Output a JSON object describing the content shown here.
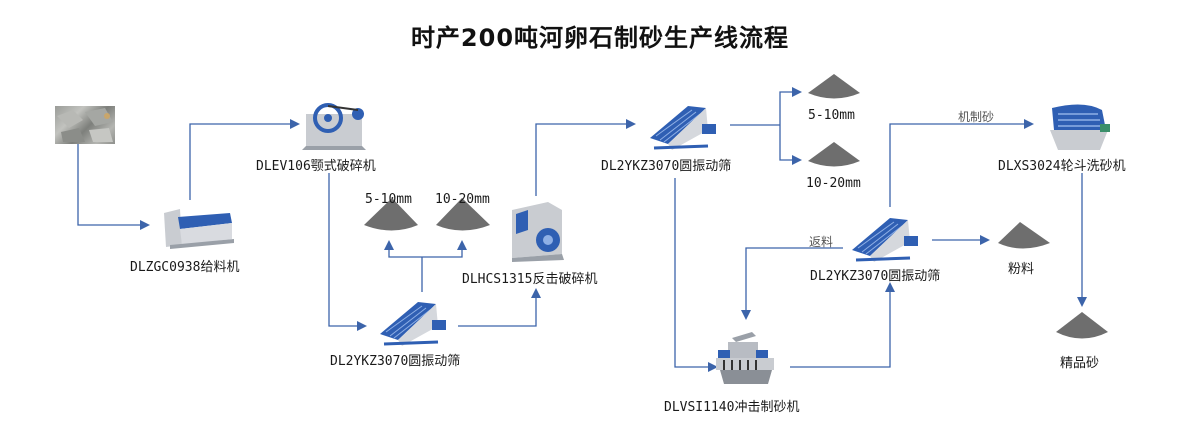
{
  "title": "时产200吨河卵石制砂生产线流程",
  "colors": {
    "line": "#3c64aa",
    "pile": "#6e6e6e",
    "machine_blue": "#2f5fb3",
    "machine_gray": "#c9ccd1"
  },
  "nodes": {
    "raw_stone": {
      "label": ""
    },
    "feeder": {
      "label": "DLZGC0938给料机"
    },
    "jaw_crusher": {
      "label": "DLEV106颚式破碎机"
    },
    "screen_1": {
      "label": "DL2YKZ3070圆振动筛"
    },
    "impact_crusher": {
      "label": "DLHCS1315反击破碎机"
    },
    "screen_2": {
      "label": "DL2YKZ3070圆振动筛"
    },
    "screen_3": {
      "label": "DL2YKZ3070圆振动筛"
    },
    "sand_maker": {
      "label": "DLVSI1140冲击制砂机"
    },
    "sand_washer": {
      "label": "DLXS3024轮斗洗砂机"
    }
  },
  "products": {
    "p1_small": "5-10mm",
    "p1_large": "10-20mm",
    "p2_small": "5-10mm",
    "p2_large": "10-20mm",
    "powder": "粉料",
    "fine_sand": "精品砂"
  },
  "edge_labels": {
    "machine_sand": "机制砂",
    "return_material": "返料"
  }
}
